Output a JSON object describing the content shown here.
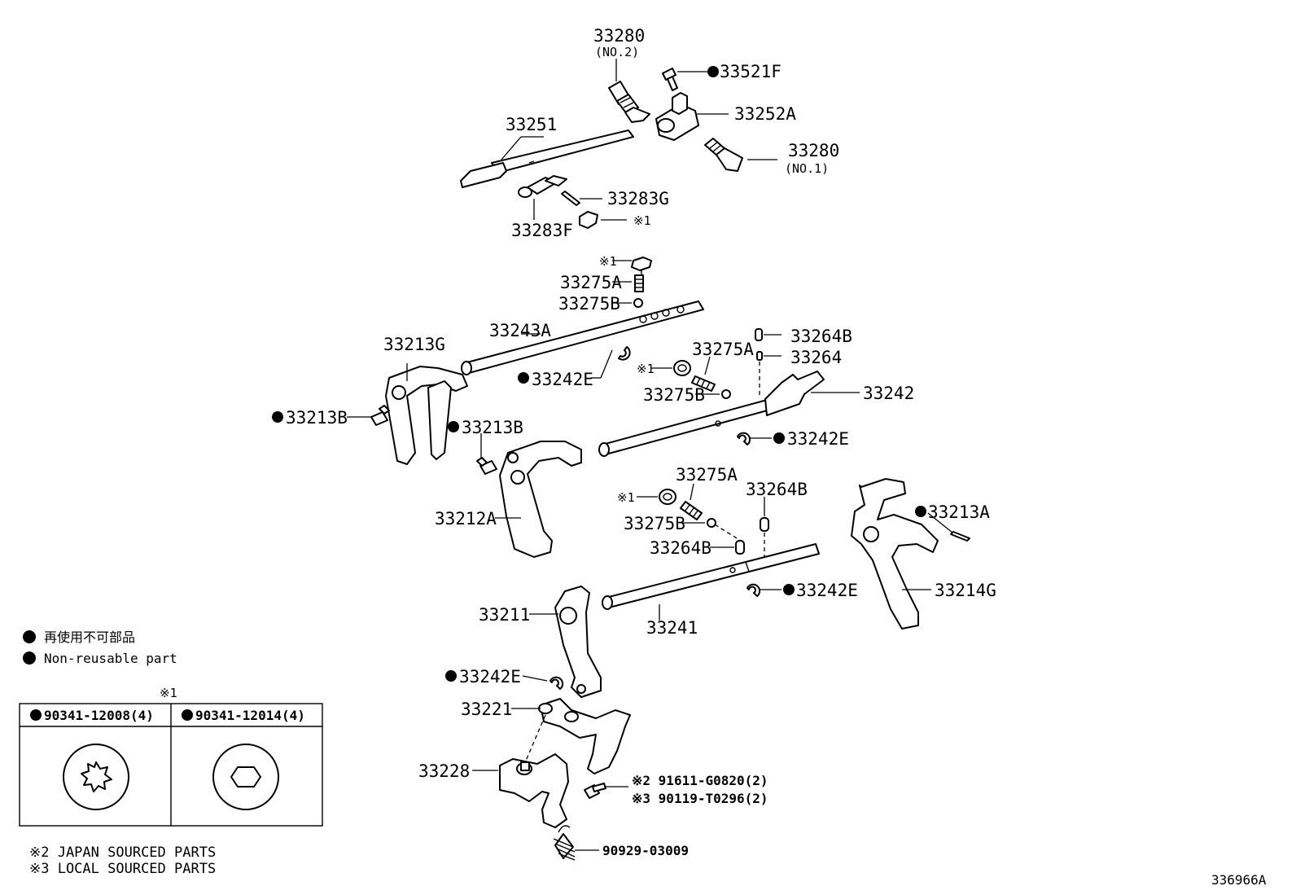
{
  "labels": {
    "p33280_no2": "33280",
    "p33280_no2_sub": "(NO.2)",
    "p33521f": "33521F",
    "p33252a": "33252A",
    "p33280_no1": "33280",
    "p33280_no1_sub": "(NO.1)",
    "p33251": "33251",
    "p33283g": "33283G",
    "p33283f": "33283F",
    "ref1_a": "※1",
    "ref1_b": "※1",
    "p33275a_top": "33275A",
    "p33275b_top": "33275B",
    "p33243a": "33243A",
    "p33213g": "33213G",
    "p33264b_top": "33264B",
    "p33264": "33264",
    "p33275a_mid": "33275A",
    "p33242e_a": "33242E",
    "ref1_c": "※1",
    "p33275b_mid": "33275B",
    "p33242": "33242",
    "p33213b_left": "33213B",
    "p33213b_mid": "33213B",
    "p33242e_b": "33242E",
    "p33275a_low": "33275A",
    "p33264b_right": "33264B",
    "ref1_d": "※1",
    "p33275b_low": "33275B",
    "p33212a": "33212A",
    "p33213a": "33213A",
    "p33264b_low": "33264B",
    "p33242e_c": "33242E",
    "p33214g": "33214G",
    "p33211": "33211",
    "p33241": "33241",
    "p33242e_d": "33242E",
    "p33221": "33221",
    "p33228": "33228",
    "p91611": "※2 91611-G0820(2)",
    "p90119": "※3 90119-T0296(2)",
    "p90929": "90929-03009"
  },
  "legend": {
    "non_reusable_jp": "再使用不可部品",
    "non_reusable_en": "Non-reusable part"
  },
  "ref_table": {
    "title": "※1",
    "col1": "90341-12008(4)",
    "col2": "90341-12014(4)"
  },
  "notes": {
    "japan": "※2 JAPAN SOURCED PARTS",
    "local": "※3 LOCAL SOURCED PARTS"
  },
  "diagram_id": "336966A"
}
